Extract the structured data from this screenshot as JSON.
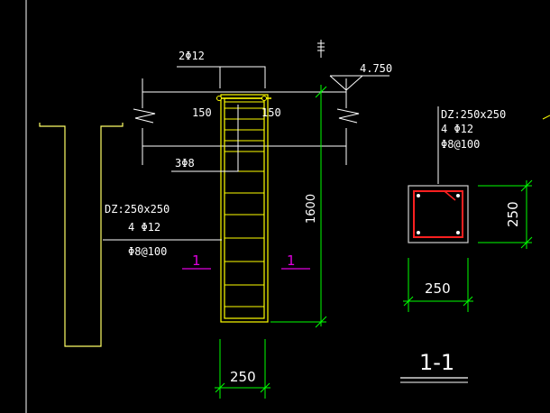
{
  "colors": {
    "background": "#000000",
    "wall": "#ffff66",
    "rebar": "#ffff00",
    "dimension": "#00ff00",
    "leader": "#ffffff",
    "section_mark": "#e000e0",
    "section_rebar": "#ff2020",
    "section_outline": "#ffffff",
    "section_box": "#d0d0d0"
  },
  "elevation": {
    "top_bar_label": "2Φ12",
    "left_cover_label": "150",
    "right_cover_label": "150",
    "stirrup_top_label": "3Φ8",
    "column_spec": [
      "DZ:250x250",
      "4 Φ12",
      "Φ8@100"
    ],
    "level_label": "4.750",
    "height_dim": "1600",
    "width_dim": "250",
    "section_marker_left": "1",
    "section_marker_right": "1"
  },
  "section": {
    "column_spec": [
      "DZ:250x250",
      "4 Φ12",
      "Φ8@100"
    ],
    "height_dim": "250",
    "width_dim": "250",
    "title": "1-1"
  }
}
